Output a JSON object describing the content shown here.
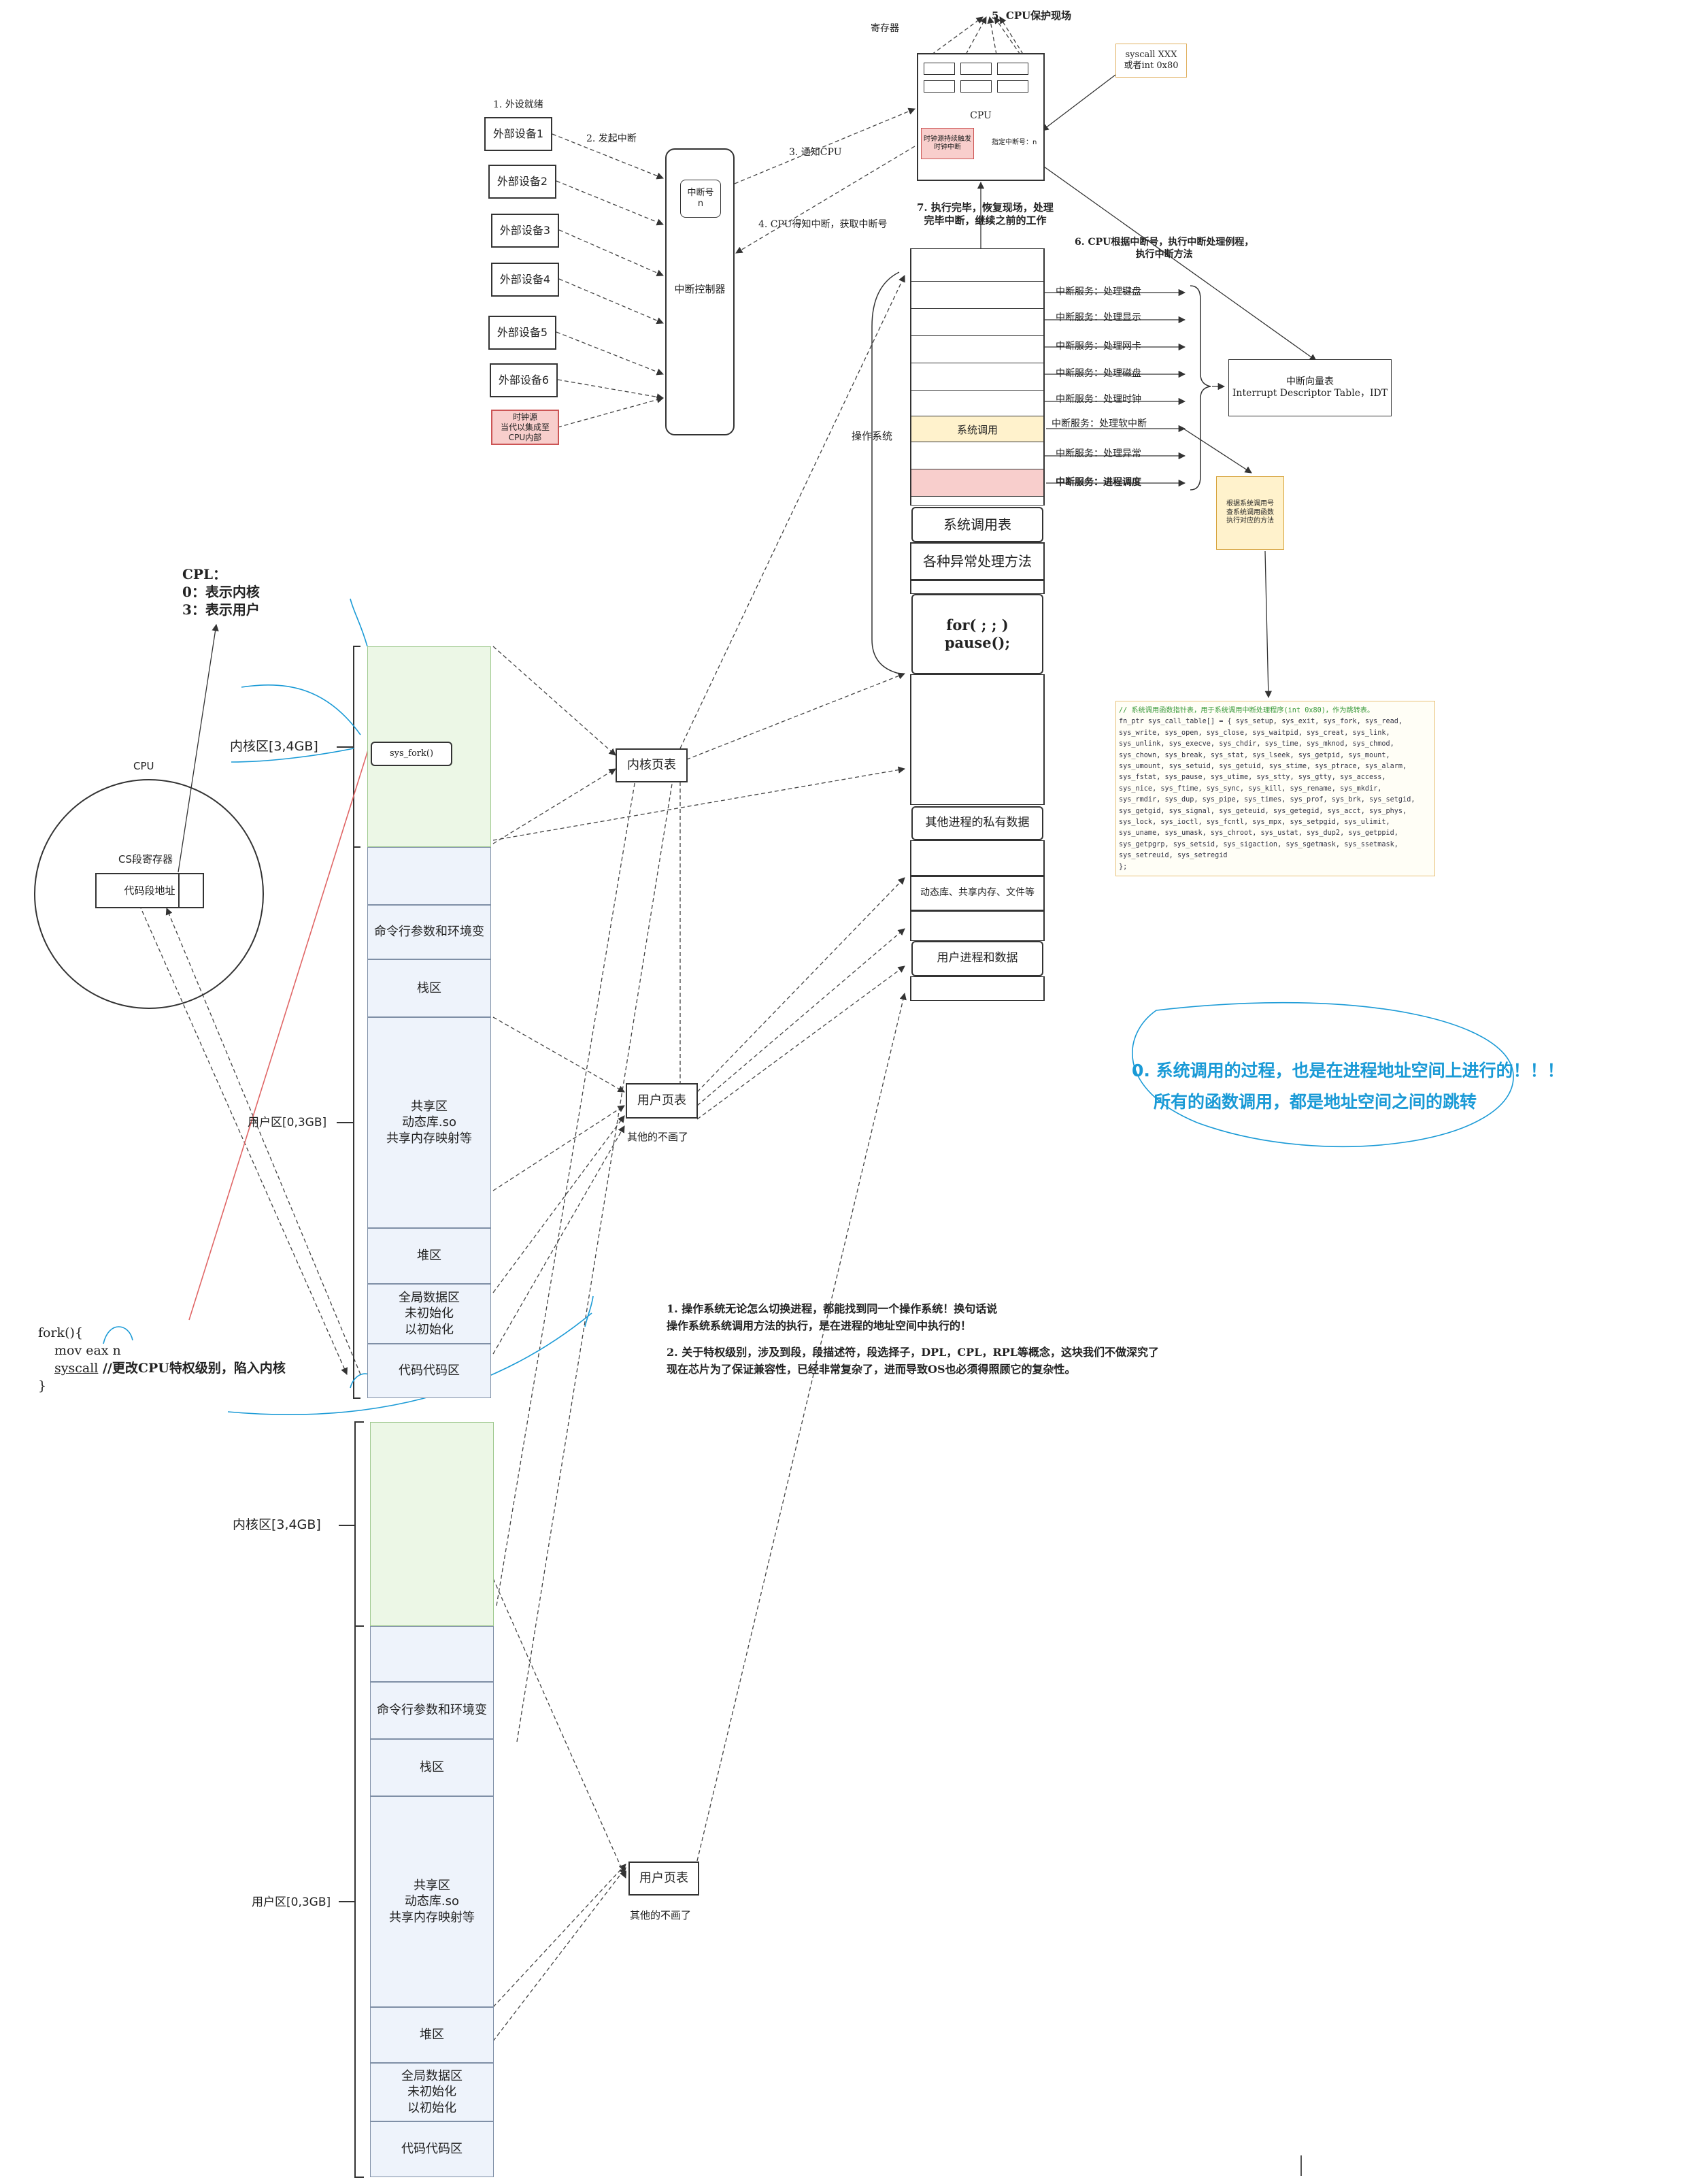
{
  "cpu_top": {
    "step5": "5. CPU保护现场",
    "registers_label": "寄存器",
    "cpu_label": "CPU",
    "clock_box": "时钟源持续触发时钟中断",
    "interrupt_num": "指定中断号：n",
    "syscall_note": "syscall XXX\n或者int 0x80"
  },
  "interrupt_flow": {
    "step1": "1. 外设就绪",
    "devices": [
      "外部设备1",
      "外部设备2",
      "外部设备3",
      "外部设备4",
      "外部设备5",
      "外部设备6"
    ],
    "clock_source": "时钟源\n当代以集成至\nCPU内部",
    "step2": "2. 发起中断",
    "step3": "3. 通知CPU",
    "step4": "4. CPU得知中断，获取中断号",
    "controller_num": "中断号\nn",
    "controller": "中断控制器",
    "step7": "7. 执行完毕，恢复现场，处理\n完毕中断，继续之前的工作",
    "step6": "6. CPU根据中断号，执行中断处理例程，\n执行中断方法"
  },
  "os_column": {
    "label": "操作系统",
    "syscall": "系统调用",
    "syscall_table": "系统调用表",
    "exceptions": "各种异常处理方法",
    "loop": "for( ; ; )\npause();",
    "private": "其他进程的私有数据",
    "shared": "动态库、共享内存、文件等",
    "user": "用户进程和数据"
  },
  "interrupt_services": [
    "中断服务：处理键盘",
    "中断服务：处理显示",
    "中断服务：处理网卡",
    "中断服务：处理磁盘",
    "中断服务：处理时钟",
    "中断服务：处理软中断",
    "中断服务：处理异常",
    "中断服务：进程调度"
  ],
  "idt": "中断向量表\nInterrupt Descriptor Table，IDT",
  "syscall_lookup_note": "根据系统调用号\n查系统调用函数\n执行对应的方法",
  "code_block": {
    "comment": "// 系统调用函数指针表，用于系统调用中断处理程序(int 0x80)，作为跳转表。",
    "lines": [
      "fn_ptr sys_call_table[] = { sys_setup, sys_exit, sys_fork, sys_read,",
      "  sys_write, sys_open, sys_close, sys_waitpid, sys_creat, sys_link,",
      "  sys_unlink, sys_execve, sys_chdir, sys_time, sys_mknod, sys_chmod,",
      "  sys_chown, sys_break, sys_stat, sys_lseek, sys_getpid, sys_mount,",
      "  sys_umount, sys_setuid, sys_getuid, sys_stime, sys_ptrace, sys_alarm,",
      "  sys_fstat, sys_pause, sys_utime, sys_stty, sys_gtty, sys_access,",
      "  sys_nice, sys_ftime, sys_sync, sys_kill, sys_rename, sys_mkdir,",
      "  sys_rmdir, sys_dup, sys_pipe, sys_times, sys_prof, sys_brk, sys_setgid,",
      "  sys_getgid, sys_signal, sys_geteuid, sys_getegid, sys_acct, sys_phys,",
      "  sys_lock, sys_ioctl, sys_fcntl, sys_mpx, sys_setpgid, sys_ulimit,",
      "  sys_uname, sys_umask, sys_chroot, sys_ustat, sys_dup2, sys_getppid,",
      "  sys_getpgrp, sys_setsid, sys_sigaction, sys_sgetmask, sys_ssetmask,",
      "  sys_setreuid, sys_setregid",
      "};"
    ]
  },
  "cpl": {
    "title": "CPL：",
    "kernel": "0：表示内核",
    "user": "3：表示用户"
  },
  "cpu_circle": {
    "label": "CPU",
    "cs_register": "CS段寄存器",
    "code_address": "代码段地址"
  },
  "process1": {
    "kernel_label": "内核区[3,4GB]",
    "user_label": "用户区[0,3GB]",
    "sys_fork": "sys_fork()",
    "segments": [
      "命令行参数和环境变",
      "栈区",
      "共享区\n动态库.so\n共享内存映射等",
      "堆区",
      "全局数据区\n未初始化\n以初始化",
      "代码代码区"
    ]
  },
  "process2": {
    "kernel_label": "内核区[3,4GB]",
    "user_label": "用户区[0,3GB]",
    "segments": [
      "命令行参数和环境变",
      "栈区",
      "共享区\n动态库.so\n共享内存映射等",
      "堆区",
      "全局数据区\n未初始化\n以初始化",
      "代码代码区"
    ]
  },
  "tables": {
    "kernel_page_table": "内核页表",
    "user_page_table": "用户页表",
    "others_not_drawn": "其他的不画了"
  },
  "fork_code": {
    "line1": "fork(){",
    "line2": "mov eax n",
    "line3_kw": "syscall",
    "line3_comment": " //更改CPU特权级别，陷入内核",
    "line4": "}"
  },
  "notes": {
    "note1": "1. 操作系统无论怎么切换进程，都能找到同一个操作系统！换句话说\n   操作系统系统调用方法的执行，是在进程的地址空间中执行的！",
    "note2": "2. 关于特权级别，涉及到段，段描述符，段选择子，DPL，CPL，RPL等概念，这块我们不做深究了\n现在芯片为了保证兼容性，已经非常复杂了，进而导致OS也必须得照顾它的复杂性。",
    "blue1": "0. 系统调用的过程，也是在进程地址空间上进行的！！！",
    "blue2": "所有的函数调用，都是地址空间之间的跳转"
  },
  "colors": {
    "highlight_blue": "#1a9ad6",
    "syscall_yellow": "#fff2cc",
    "sched_red": "#f8cecc",
    "kernel_green": "#ecf7e6",
    "user_blue": "#eef3fb"
  }
}
